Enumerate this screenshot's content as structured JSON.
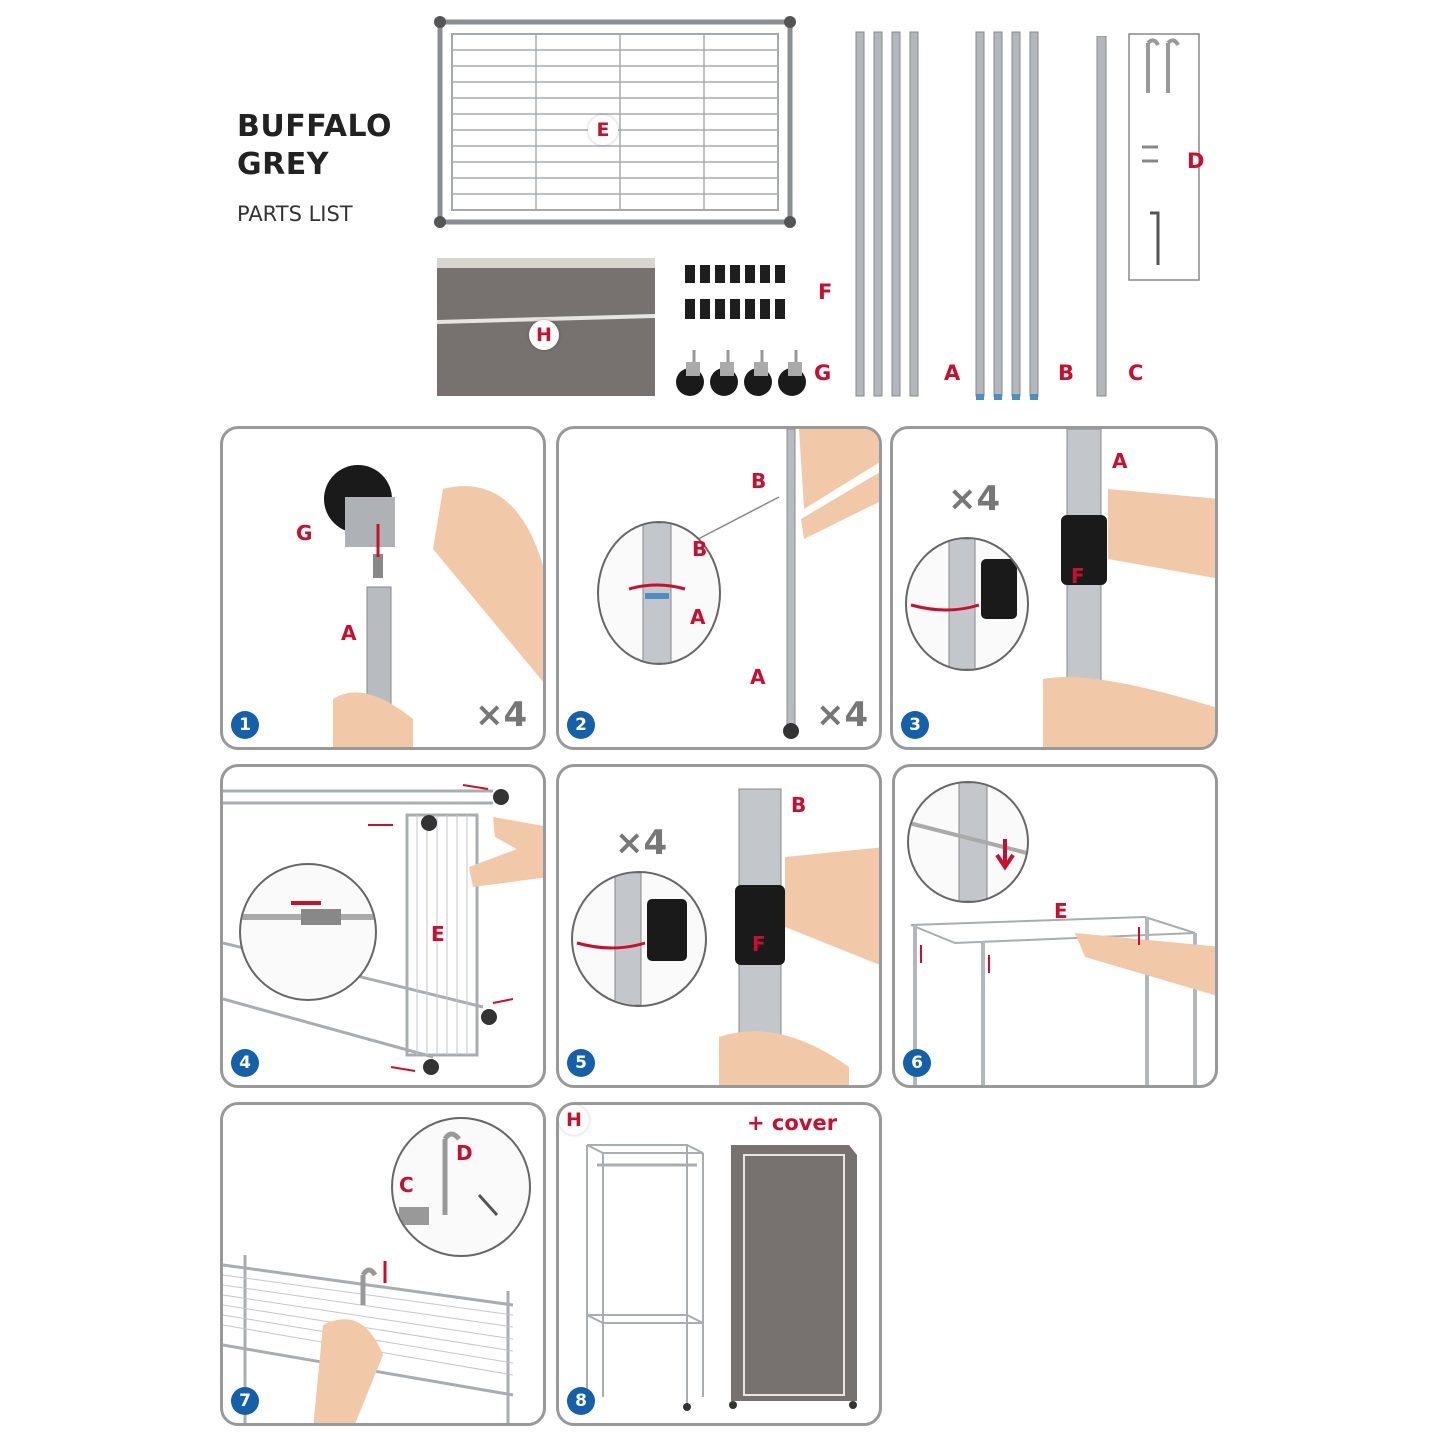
{
  "header": {
    "title_line1": "BUFFALO",
    "title_line2": "GREY",
    "subtitle": "PARTS LIST"
  },
  "parts": {
    "shelf": "E",
    "cover": "H",
    "clips": "F",
    "casters": "G",
    "pole_a": "A",
    "pole_b": "B",
    "pole_c": "C",
    "hardware": "D"
  },
  "steps": [
    {
      "number": "1",
      "multiplier": "×4",
      "labels": [
        "G",
        "A"
      ]
    },
    {
      "number": "2",
      "multiplier": "×4",
      "labels": [
        "B",
        "B",
        "A",
        "A"
      ]
    },
    {
      "number": "3",
      "multiplier": "×4",
      "labels": [
        "A",
        "F"
      ]
    },
    {
      "number": "4",
      "multiplier": "",
      "labels": [
        "E"
      ]
    },
    {
      "number": "5",
      "multiplier": "×4",
      "labels": [
        "B",
        "F"
      ]
    },
    {
      "number": "6",
      "multiplier": "",
      "labels": [
        "E"
      ]
    },
    {
      "number": "7",
      "multiplier": "",
      "labels": [
        "C",
        "D"
      ]
    },
    {
      "number": "8",
      "multiplier": "",
      "labels": [
        "H"
      ],
      "cover_label": "+ cover"
    }
  ],
  "colors": {
    "accent": "#c8102e",
    "step_badge": "#1560a8",
    "panel_border": "#999999",
    "fabric": "#77716f"
  }
}
